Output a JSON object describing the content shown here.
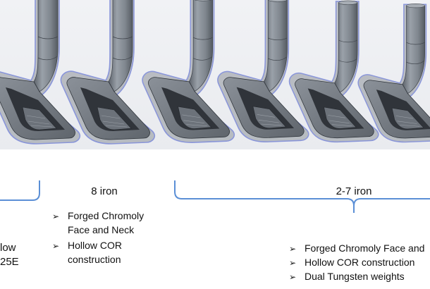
{
  "irons": [
    {
      "name": "club-head-1"
    },
    {
      "name": "club-head-2"
    },
    {
      "name": "club-head-3"
    },
    {
      "name": "club-head-4"
    },
    {
      "name": "club-head-5"
    },
    {
      "name": "club-head-6"
    }
  ],
  "groups": {
    "left": {
      "partial_lines": [
        "low",
        "25E"
      ]
    },
    "middle": {
      "label": "8 iron",
      "bullets": [
        [
          "Forged Chromoly",
          "Face and Neck"
        ],
        [
          "Hollow COR",
          "construction"
        ]
      ]
    },
    "right": {
      "label": "2-7 iron",
      "bullets": [
        [
          "Forged Chromoly Face and"
        ],
        [
          "Hollow COR construction"
        ],
        [
          "Dual Tungsten weights"
        ]
      ]
    }
  },
  "bullet_glyph": "➢",
  "colors": {
    "bracket": "#5b8fd6",
    "outline": "#3b4fc7",
    "steel": "#7d848d",
    "slot": "#2e3238",
    "background": "#eceef2"
  }
}
